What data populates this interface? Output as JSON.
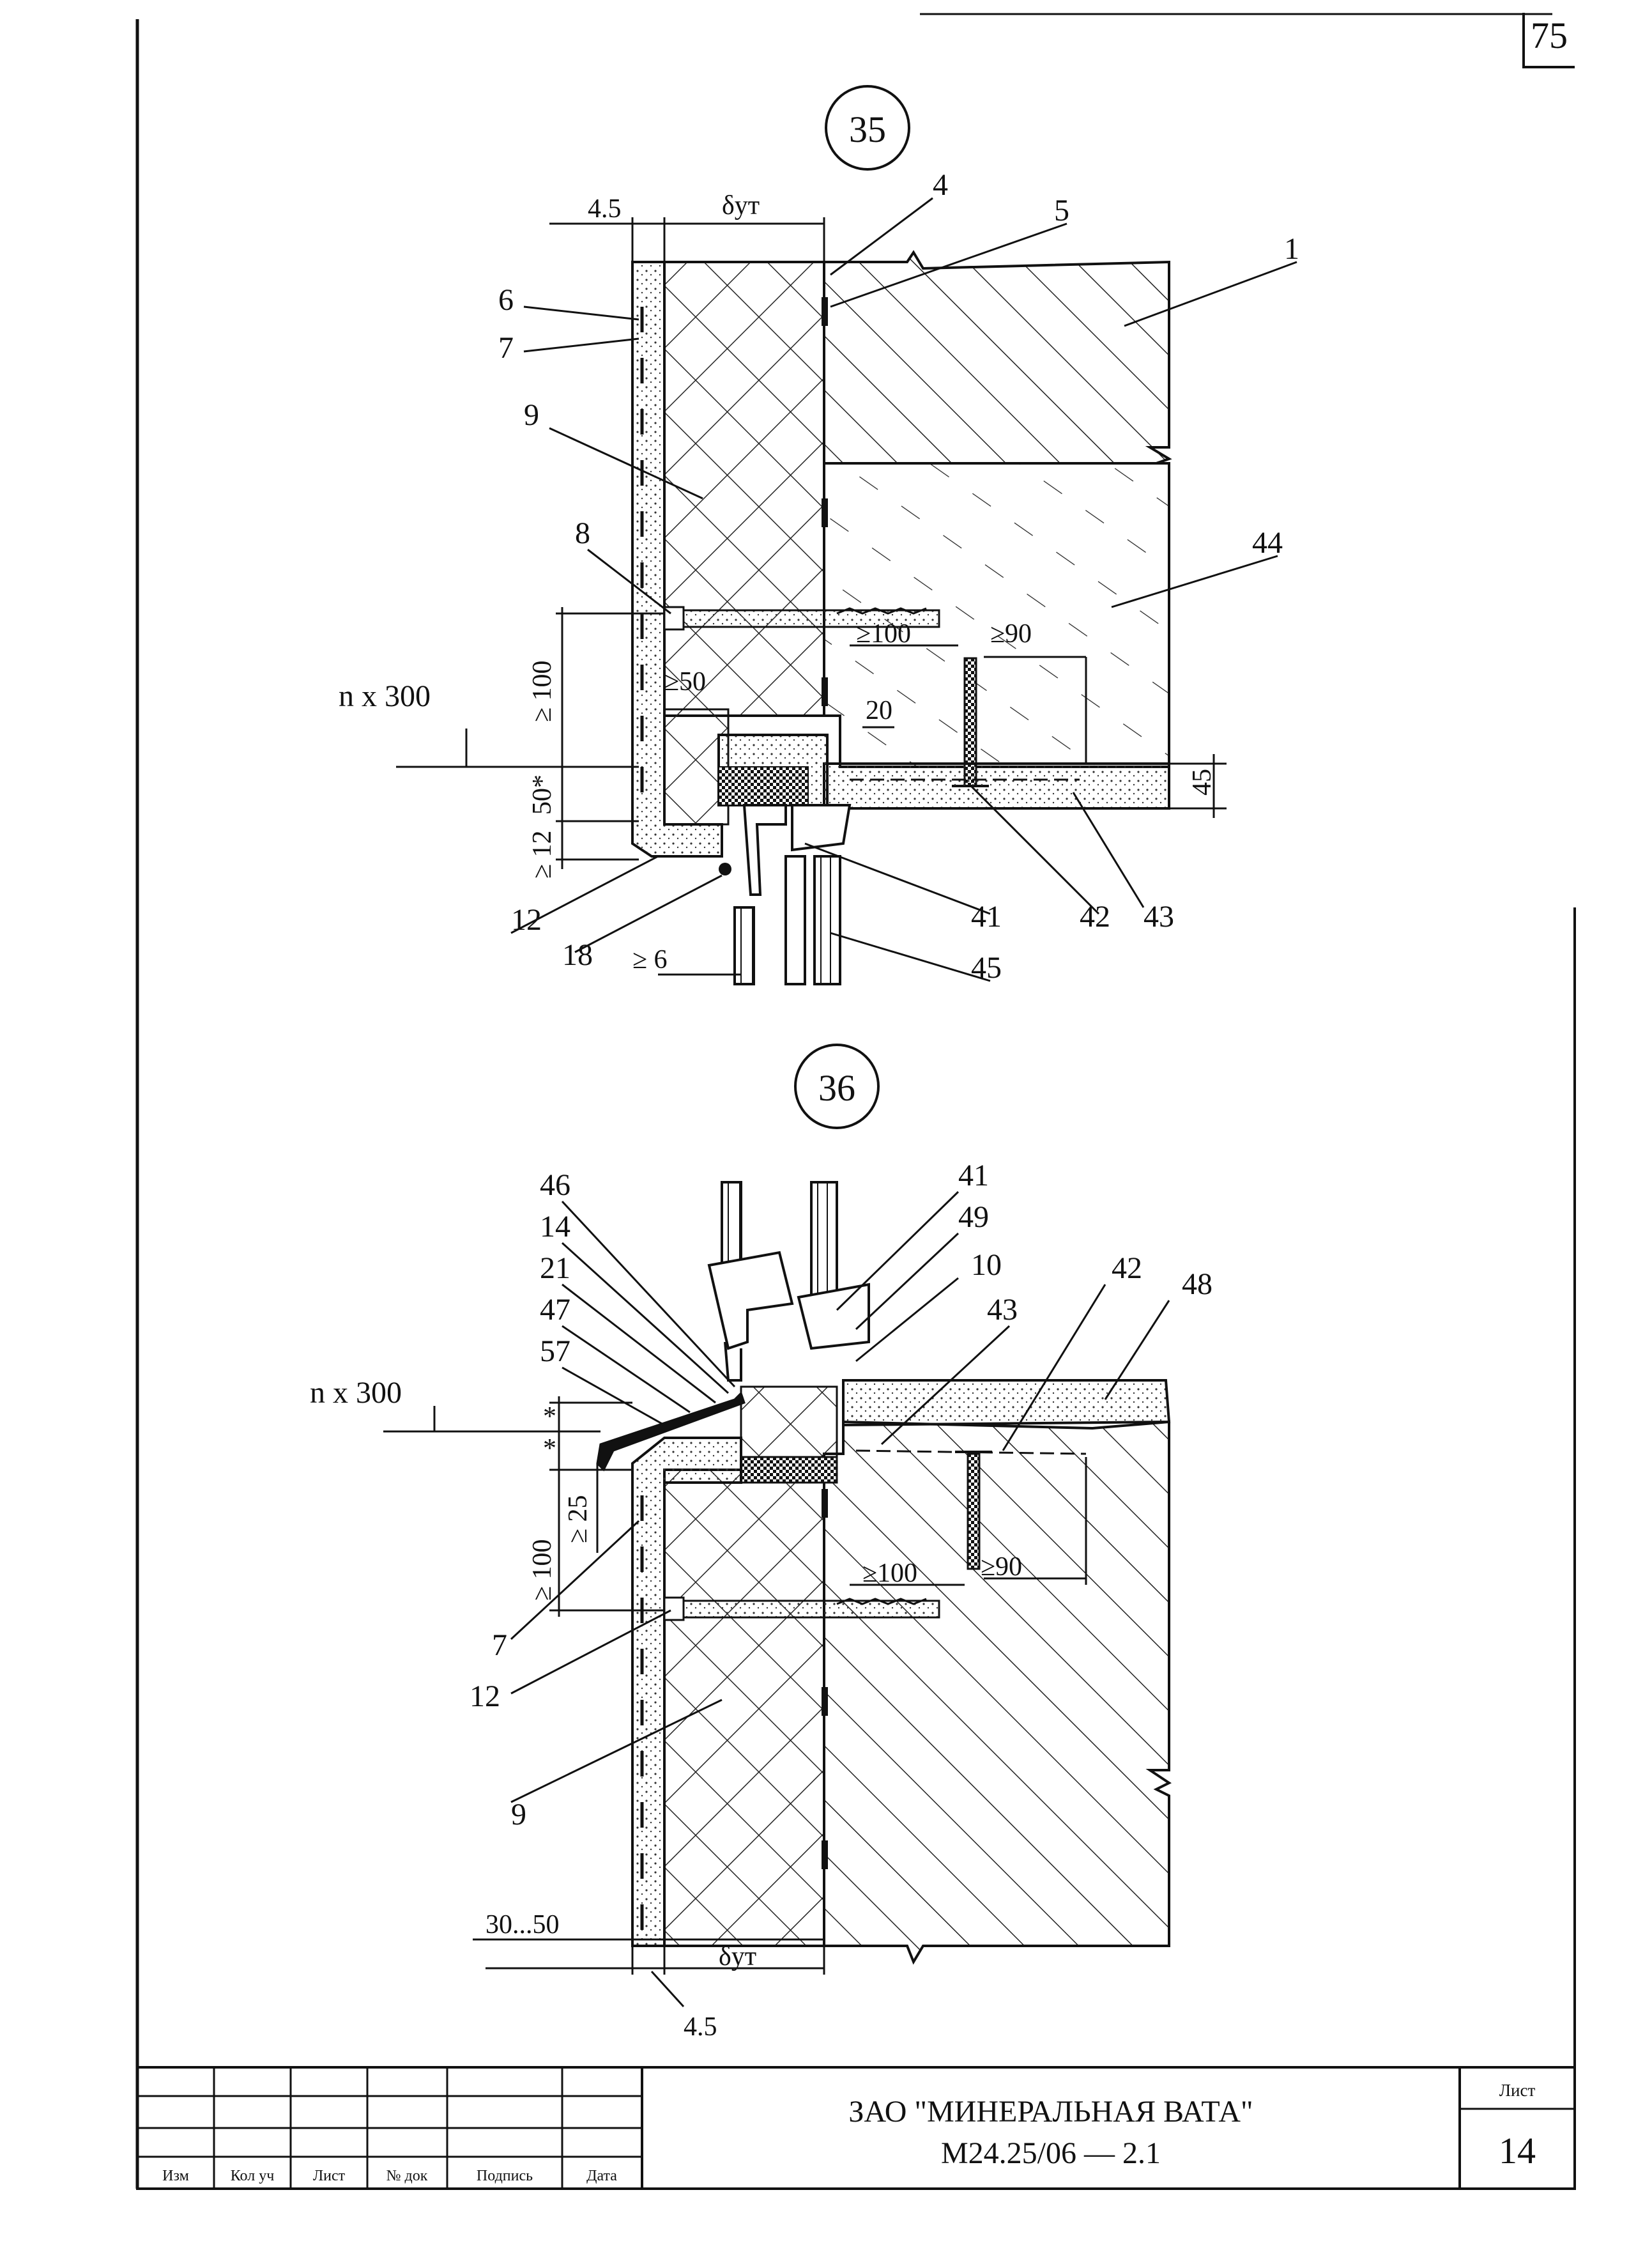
{
  "page": {
    "number": "75"
  },
  "detail_35": {
    "marker": "35",
    "dims": {
      "facing": "4.5",
      "insulation": "δут",
      "step": "n x 300",
      "min100": "≥ 100",
      "d50star": "50*",
      "min12": "≥ 12",
      "min50": "≥50",
      "anchor100": "≥100",
      "anchor90": "≥90",
      "d20": "20",
      "d45": "45",
      "min6": "≥ 6"
    },
    "callouts": [
      "1",
      "4",
      "5",
      "6",
      "7",
      "8",
      "9",
      "12",
      "18",
      "41",
      "42",
      "43",
      "44",
      "45"
    ]
  },
  "detail_36": {
    "marker": "36",
    "dims": {
      "step": "n x 300",
      "star1": "*",
      "star2": "*",
      "min25": "≥ 25",
      "min100": "≥ 100",
      "anchor100": "≥100",
      "anchor90": "≥90",
      "gap": "30...50",
      "insulation": "δут",
      "facing": "4.5"
    },
    "callouts": [
      "7",
      "9",
      "10",
      "12",
      "14",
      "21",
      "41",
      "42",
      "43",
      "46",
      "47",
      "48",
      "49",
      "57"
    ]
  },
  "title_block": {
    "columns": [
      "Изм",
      "Кол уч",
      "Лист",
      "№ док",
      "Подпись",
      "Дата"
    ],
    "organization": "ЗАО \"МИНЕРАЛЬНАЯ ВАТА\"",
    "code": "М24.25/06  — 2.1",
    "sheet_label": "Лист",
    "sheet_number": "14"
  }
}
